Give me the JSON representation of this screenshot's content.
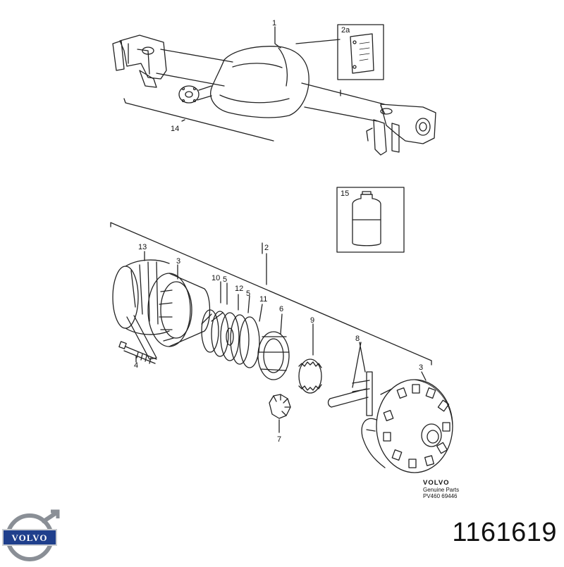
{
  "callouts": {
    "c1": "1",
    "c2a": "2a",
    "c14": "14",
    "c15": "15",
    "c13": "13",
    "c2": "2",
    "c3a": "3",
    "c10": "10",
    "c5a": "5",
    "c12": "12",
    "c5b": "5",
    "c11": "11",
    "c6": "6",
    "c9": "9",
    "c8": "8",
    "c3b": "3",
    "c4": "4",
    "c7": "7"
  },
  "brand_block": {
    "brand": "VOLVO",
    "line1": "Genuine Parts",
    "line2": "PV460 69446"
  },
  "logo": {
    "text": "VOLVO"
  },
  "part_number": "1161619"
}
